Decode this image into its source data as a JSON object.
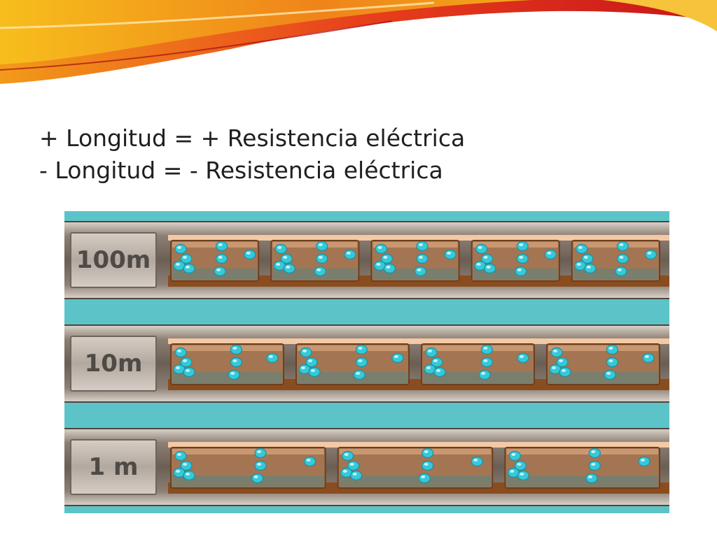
{
  "title": {
    "line1": "+ Longitud = + Resistencia eléctrica",
    "line2": "- Longitud = - Resistencia eléctrica"
  },
  "wires": [
    {
      "label": "100m",
      "segments": 5
    },
    {
      "label": "10m",
      "segments": 4
    },
    {
      "label": "1 m",
      "segments": 3
    }
  ],
  "colors": {
    "background": "#5cc4c8",
    "conductor": "#a47552",
    "electron": "#35c9d9"
  }
}
